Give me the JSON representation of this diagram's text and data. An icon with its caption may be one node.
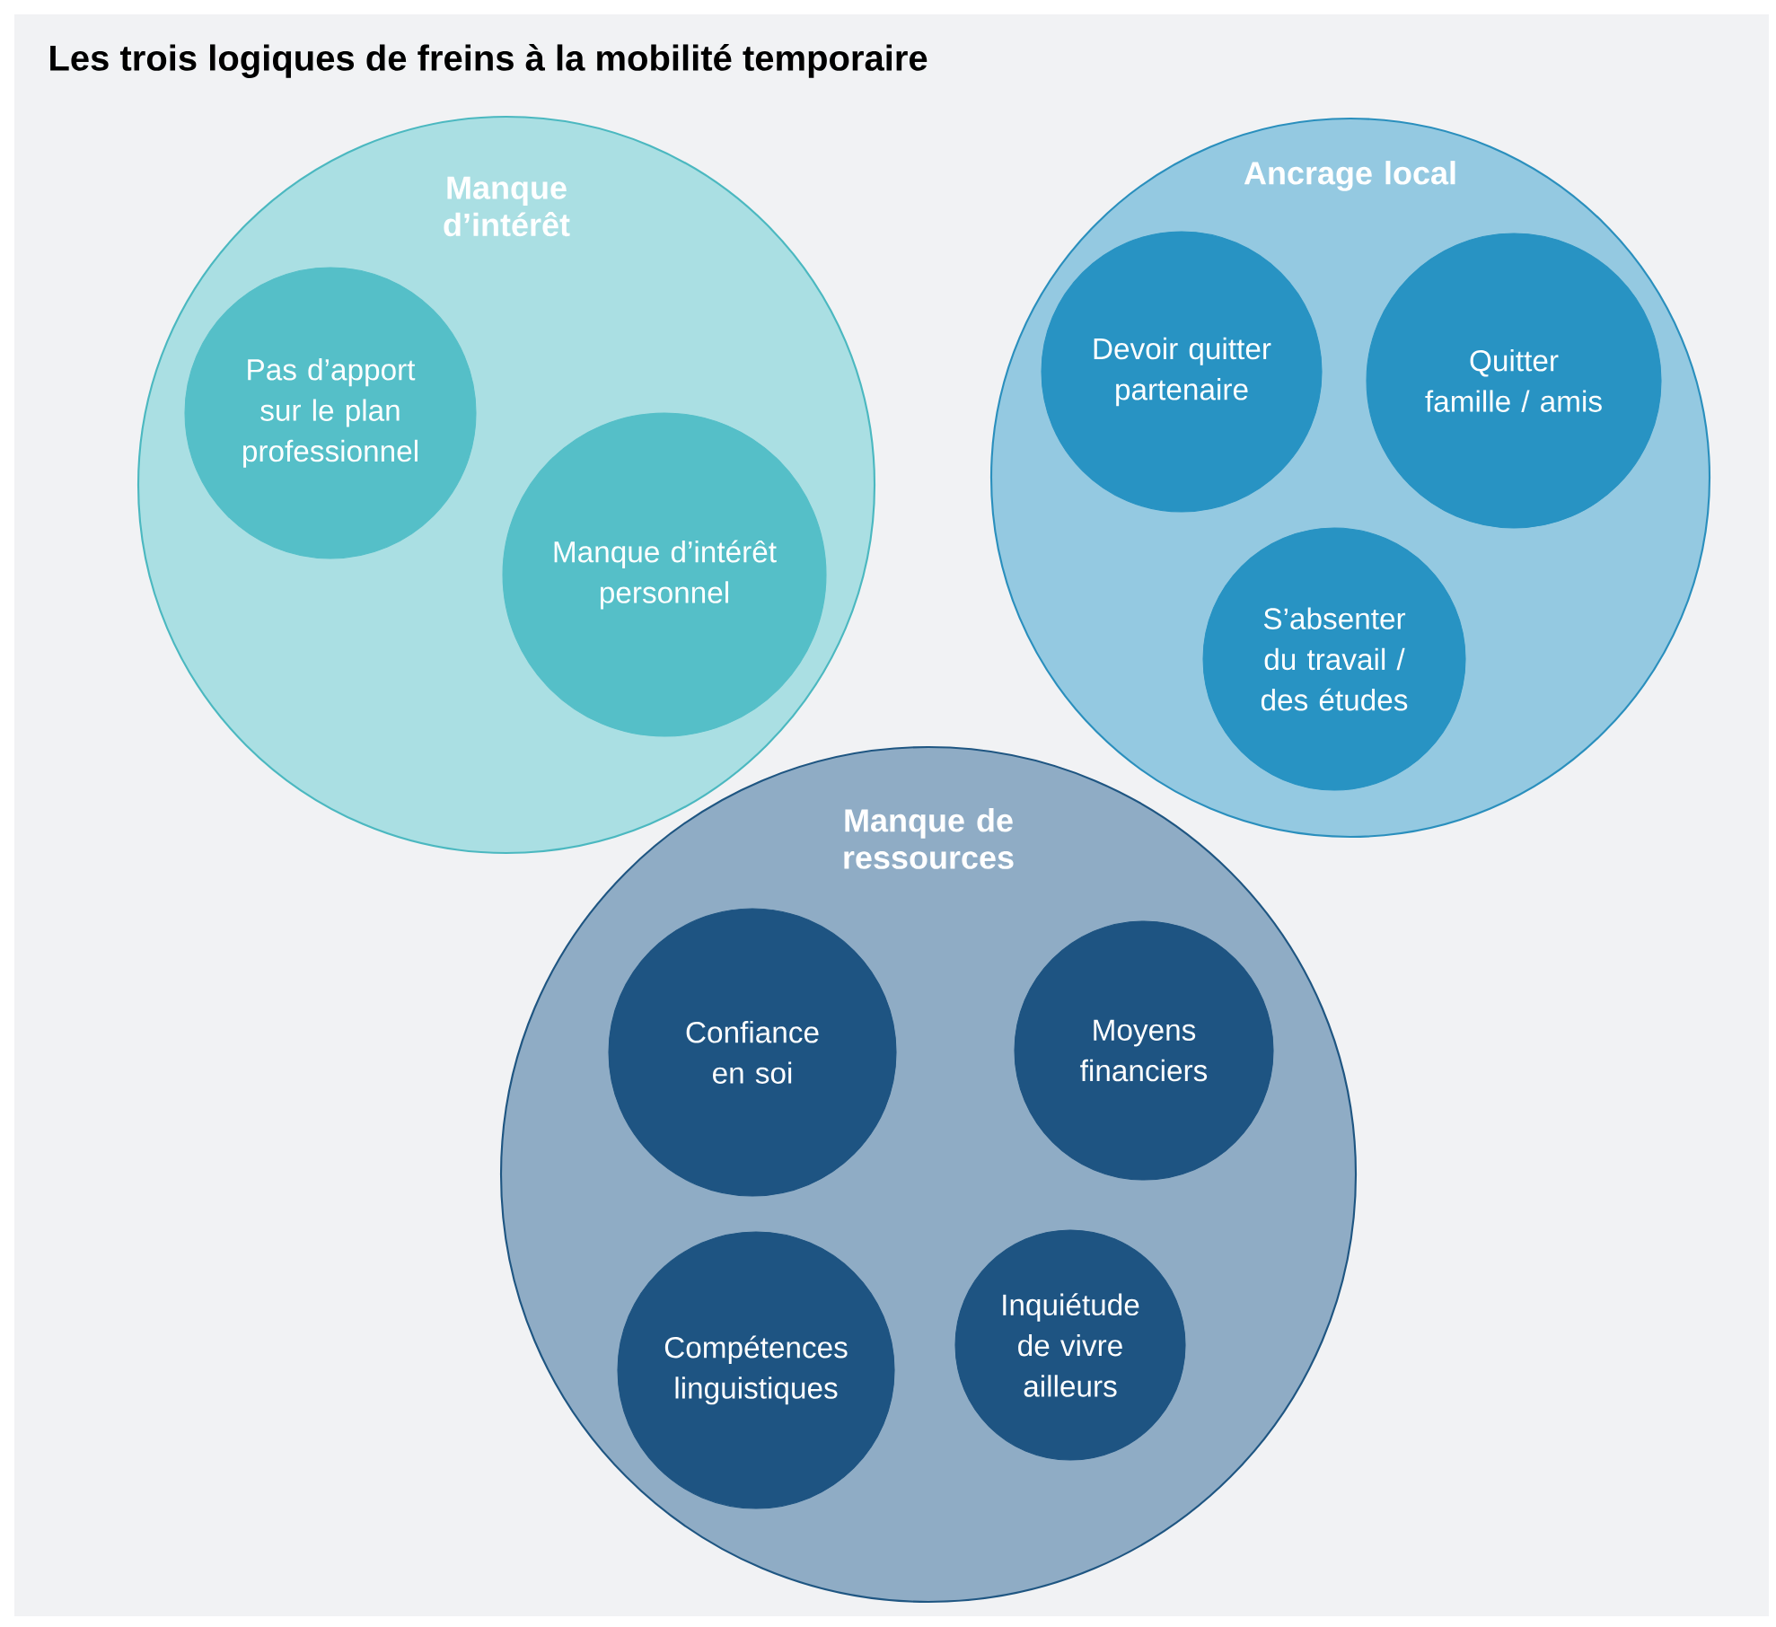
{
  "diagram": {
    "title": "Les trois logiques de freins à la mobilité temporaire",
    "nodes": [
      {
        "text": [
          "Manque d’intérêt"
        ]
      },
      {
        "text": [
          "Pas d’apport sur le plan professionnel"
        ],
        "in": 0
      },
      {
        "text": [
          "Manque d’intérêt personnel"
        ],
        "in": 0
      },
      {
        "text": [
          "Ancrage local"
        ]
      },
      {
        "text": [
          "Devoir quitter partenaire"
        ],
        "in": 3
      },
      {
        "text": [
          "Quitter famille / amis"
        ],
        "in": 3
      },
      {
        "text": [
          "S’absenter du travail / des études"
        ],
        "in": 3
      },
      {
        "text": [
          "Manque de ressources"
        ]
      },
      {
        "text": [
          "Confiance en soi"
        ],
        "in": 7
      },
      {
        "text": [
          "Moyens financiers"
        ],
        "in": 7
      },
      {
        "text": [
          "Compétences linguistiques"
        ],
        "in": 7
      },
      {
        "text": [
          "Inquiétude de vivre ailleurs"
        ],
        "in": 7
      }
    ]
  }
}
